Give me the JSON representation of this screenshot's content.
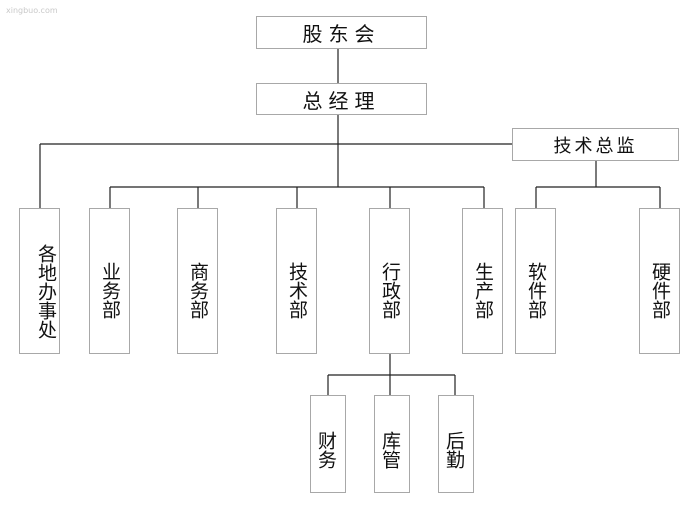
{
  "watermark": "xingbuo.com",
  "org": {
    "shareholders": "股东会",
    "general_manager": "总经理",
    "tech_director": "技术总监",
    "regional_offices": "各地办事处",
    "business_dept": "业务部",
    "commerce_dept": "商务部",
    "tech_dept": "技术部",
    "admin_dept": "行政部",
    "production_dept": "生产部",
    "software_dept": "软件部",
    "hardware_dept": "硬件部",
    "finance": "财务",
    "warehouse": "库管",
    "logistics": "后勤"
  },
  "colors": {
    "line": "#222222",
    "border": "#a8a8a8",
    "text": "#111111"
  }
}
